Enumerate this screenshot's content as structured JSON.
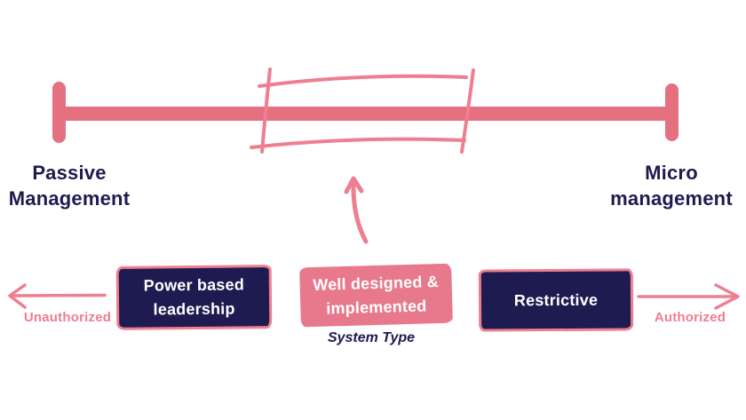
{
  "diagram": {
    "spectrum": {
      "left_end_label": "Passive Management",
      "right_end_label": "Micro management"
    },
    "boxes": {
      "left_label": "Power based leadership",
      "center_label": "Well designed & implemented",
      "right_label": "Restrictive"
    },
    "captions": {
      "center_caption": "System Type",
      "left_arrow_caption": "Unauthorized",
      "right_arrow_caption": "Authorized"
    },
    "colors": {
      "bar_pink": "#E5707F",
      "hand_pink": "#EE7E90",
      "box_pink": "#E8798C",
      "navy": "#1E1B50",
      "text_white": "#FFFFFF"
    }
  }
}
